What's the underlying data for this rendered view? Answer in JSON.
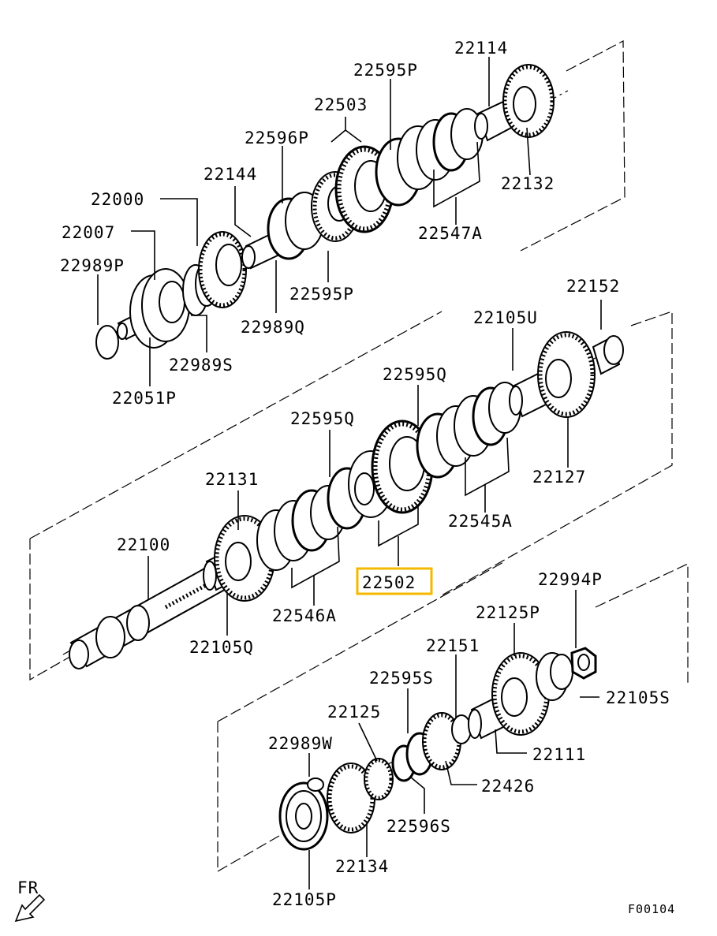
{
  "diagram": {
    "labels": {
      "p22114": "22114",
      "p22595P_top": "22595P",
      "p22503": "22503",
      "p22596P": "22596P",
      "p22144": "22144",
      "p22000": "22000",
      "p22007": "22007",
      "p22989P": "22989P",
      "p22132": "22132",
      "p22547A": "22547A",
      "p22595P_bottom": "22595P",
      "p22989Q": "22989Q",
      "p22989S": "22989S",
      "p22051P": "22051P",
      "p22152": "22152",
      "p22105U": "22105U",
      "p22595Q_right": "22595Q",
      "p22595Q_left": "22595Q",
      "p22131": "22131",
      "p22127": "22127",
      "p22545A": "22545A",
      "p22100": "22100",
      "p22502": "22502",
      "p22546A": "22546A",
      "p22105Q": "22105Q",
      "p22994P": "22994P",
      "p22125P": "22125P",
      "p22151": "22151",
      "p22595S": "22595S",
      "p22105S": "22105S",
      "p22125": "22125",
      "p22989W": "22989W",
      "p22111": "22111",
      "p22426": "22426",
      "p22596S": "22596S",
      "p22134": "22134",
      "p22105P": "22105P"
    },
    "highlighted_part": "22502",
    "highlight_color": "#f5b800",
    "direction_indicator": "FR",
    "figure_code": "F00104"
  }
}
